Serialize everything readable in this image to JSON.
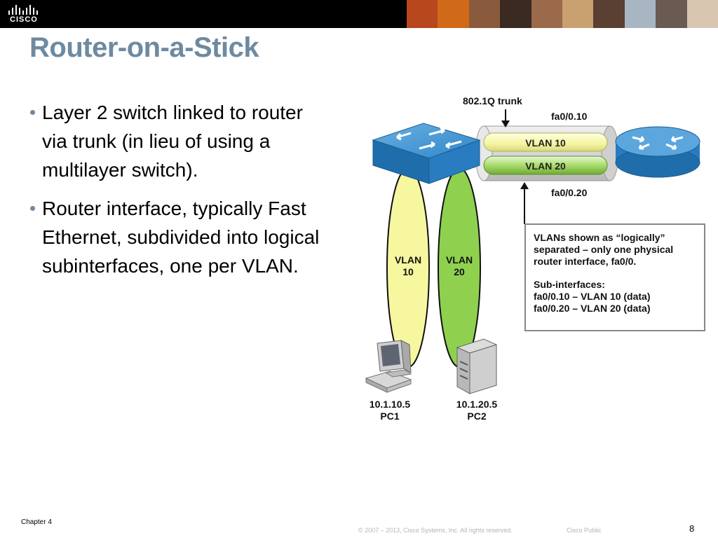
{
  "header": {
    "logo_text": "CISCO",
    "photo_strip_colors": [
      "#b8471e",
      "#d06a18",
      "#8a5a3c",
      "#3a2a22",
      "#9a6a4a",
      "#c9a070",
      "#5a4032",
      "#a7b6c2",
      "#6a5a52",
      "#d8c6b0"
    ]
  },
  "slide": {
    "title": "Router-on-a-Stick",
    "bullets": [
      "Layer 2 switch linked to router via trunk (in lieu of using a multilayer switch).",
      "Router interface, typically Fast Ethernet, subdivided into logical subinterfaces, one per VLAN."
    ]
  },
  "diagram": {
    "trunk_label": "802.1Q trunk",
    "subif_top": "fa0/0.10",
    "subif_bottom": "fa0/0.20",
    "pipe_vlan10": "VLAN 10",
    "pipe_vlan20": "VLAN 20",
    "ellipse_vlan10_line1": "VLAN",
    "ellipse_vlan10_line2": "10",
    "ellipse_vlan20_line1": "VLAN",
    "ellipse_vlan20_line2": "20",
    "pc1_ip": "10.1.10.5",
    "pc1_name": "PC1",
    "pc2_ip": "10.1.20.5",
    "pc2_name": "PC2",
    "note_lines": [
      "VLANs shown as “logically”",
      "separated – only one physical",
      "router interface, fa0/0.",
      "",
      "Sub-interfaces:",
      "fa0/0.10 – VLAN 10 (data)",
      "fa0/0.20 – VLAN 20 (data)"
    ],
    "colors": {
      "vlan10": "#f7f7a0",
      "vlan20": "#8fd14f",
      "switch_blue": "#2f86c8",
      "router_blue": "#3a8fd0"
    }
  },
  "footer": {
    "chapter": "Chapter 4",
    "copyright": "© 2007 – 2013, Cisco Systems, Inc. All rights reserved.",
    "classification": "Cisco Public",
    "page_number": "8"
  }
}
